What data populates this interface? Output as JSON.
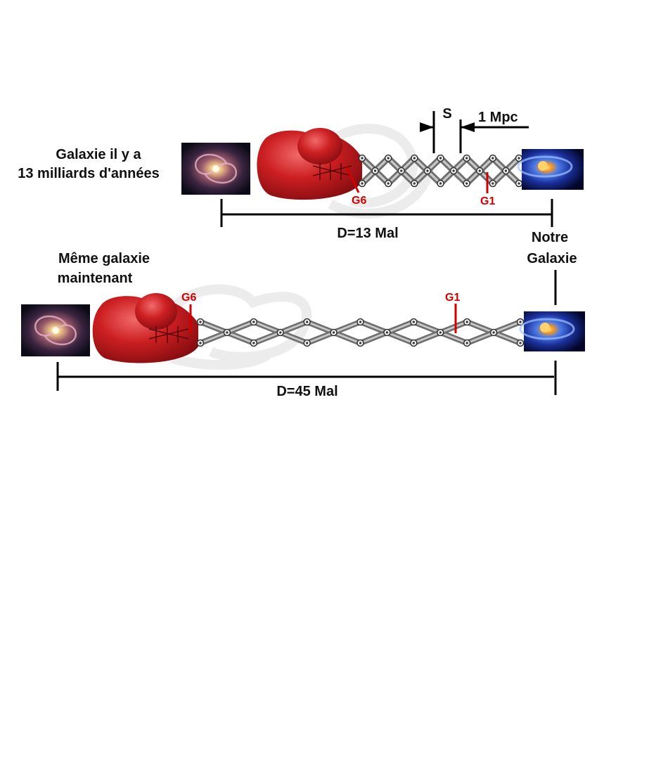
{
  "top_row": {
    "galaxy_caption_line1": "Galaxie il y a",
    "galaxy_caption_line2": "13 milliards d'années",
    "distance_label": "D=13 Mal",
    "marker_far": "G6",
    "marker_near": "G1",
    "spacing_label": "S",
    "scale_label": "1 Mpc"
  },
  "bottom_row": {
    "galaxy_caption_line1": "Même galaxie",
    "galaxy_caption_line2": "maintenant",
    "distance_label": "D=45 Mal",
    "marker_far": "G6",
    "marker_near": "G1"
  },
  "our_galaxy": {
    "line1": "Notre",
    "line2": "Galaxie"
  },
  "colors": {
    "marker": "#d40000",
    "glove": "#c8191c",
    "text": "#111111"
  }
}
